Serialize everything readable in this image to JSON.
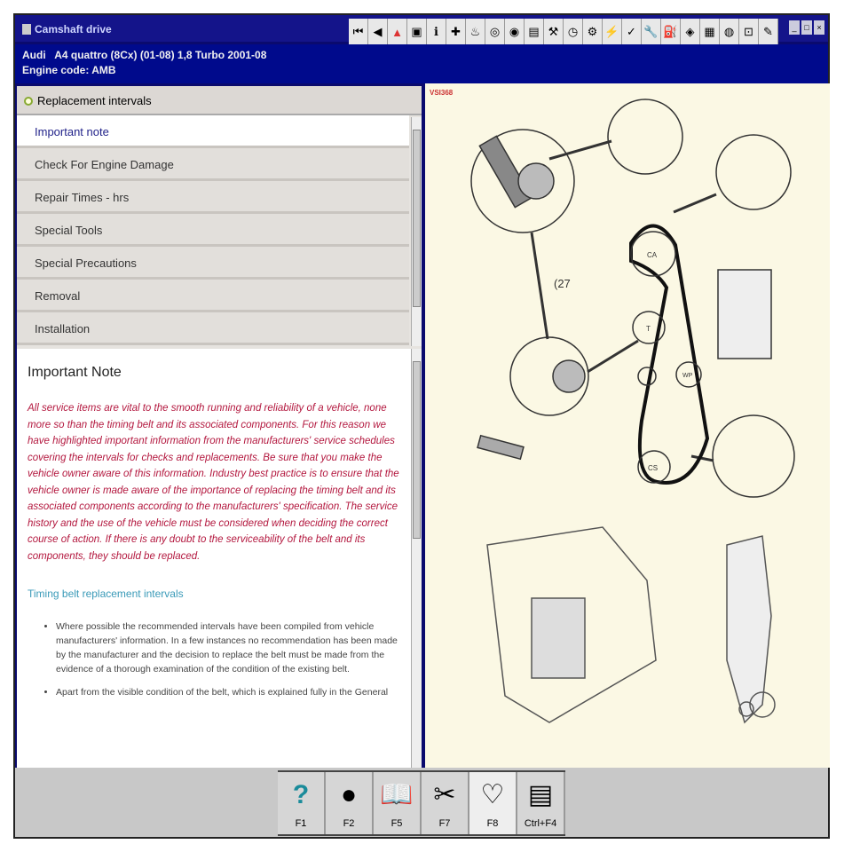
{
  "window": {
    "title": "Camshaft drive"
  },
  "header": {
    "vehicle": "Audi   A4 quattro (8Cx) (01-08) 1,8 Turbo 2001-08",
    "engine": "Engine code: AMB"
  },
  "toolbar": {
    "icons": [
      "first-page",
      "prev-page",
      "warning",
      "engine",
      "info",
      "service",
      "oil",
      "brake",
      "tyre",
      "battery",
      "tools",
      "clock",
      "gear",
      "electric",
      "check",
      "wrench",
      "fuel",
      "diagnostic",
      "document",
      "pump",
      "car",
      "note"
    ]
  },
  "menu": {
    "heading": "Replacement intervals",
    "items": [
      "Important note",
      "Check For Engine Damage",
      "Repair Times - hrs",
      "Special Tools",
      "Special Precautions",
      "Removal",
      "Installation"
    ],
    "selected": "Important note"
  },
  "content": {
    "title": "Important Note",
    "warning": "All service items are vital to the smooth running and reliability of a vehicle, none more so than the timing belt and its associated components. For this reason we have highlighted important information from the manufacturers' service schedules covering the intervals for checks and replacements. Be sure that you make the vehicle owner aware of this information. Industry best practice is to ensure that the vehicle owner is made aware of the importance of replacing the timing belt and its associated components according to the manufacturers' specification. The service history and the use of the vehicle must be considered when deciding the correct course of action. If there is any doubt to the serviceability of the belt and its components, they should be replaced.",
    "subheading": "Timing belt replacement intervals",
    "bullets": [
      "Where possible the recommended intervals have been compiled from vehicle manufacturers' information. In a few instances no recommendation has been made by the manufacturer and the decision to replace the belt must be made from the evidence of a thorough examination of the condition of the existing belt.",
      "Apart from the visible condition of the belt, which is explained fully in the General"
    ]
  },
  "diagram": {
    "code": "VSI368",
    "labels": {
      "cam": "CA",
      "tensioner": "T",
      "water_pump": "WP",
      "crank": "CS",
      "ref": "(27"
    }
  },
  "colors": {
    "title_bar": "#14148a",
    "header": "#000a8c",
    "warning_text": "#b3173e",
    "subheading": "#3a9ab8",
    "diagram_bg": "#fbf8e4"
  },
  "fkeys": [
    {
      "label": "F1",
      "icon": "help-icon"
    },
    {
      "label": "F2",
      "icon": "apple-icon"
    },
    {
      "label": "F5",
      "icon": "book-icon"
    },
    {
      "label": "F7",
      "icon": "tools-icon"
    },
    {
      "label": "F8",
      "icon": "belt-icon"
    },
    {
      "label": "Ctrl+F4",
      "icon": "notes-icon"
    }
  ]
}
